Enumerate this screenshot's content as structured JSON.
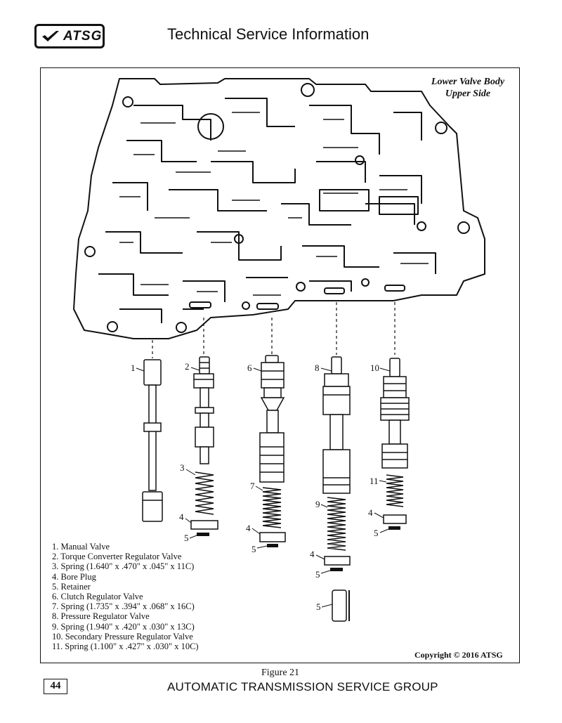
{
  "header": {
    "logo_text": "ATSG",
    "title": "Technical Service Information"
  },
  "diagram": {
    "caption_line1": "Lower Valve Body",
    "caption_line2": "Upper Side",
    "callouts": [
      "1",
      "2",
      "3",
      "4",
      "5",
      "6",
      "7",
      "4",
      "5",
      "8",
      "9",
      "4",
      "5",
      "5",
      "10",
      "11",
      "4",
      "5"
    ]
  },
  "legend": [
    "1.  Manual Valve",
    "2.  Torque Converter Regulator Valve",
    "3.  Spring (1.640\" x .470\" x .045\" x 11C)",
    "4.  Bore Plug",
    "5.  Retainer",
    "6.  Clutch Regulator Valve",
    "7.  Spring (1.735\" x .394\" x .068\" x 16C)",
    "8.  Pressure Regulator Valve",
    "9.  Spring (1.940\" x .420\" x .030\" x 13C)",
    "10. Secondary Pressure Regulator Valve",
    "11. Spring (1.100\" x .427\" x .030\" x 10C)"
  ],
  "copyright": "Copyright © 2016 ATSG",
  "figure_label": "Figure 21",
  "footer": {
    "page_number": "44",
    "org": "AUTOMATIC TRANSMISSION SERVICE GROUP"
  }
}
